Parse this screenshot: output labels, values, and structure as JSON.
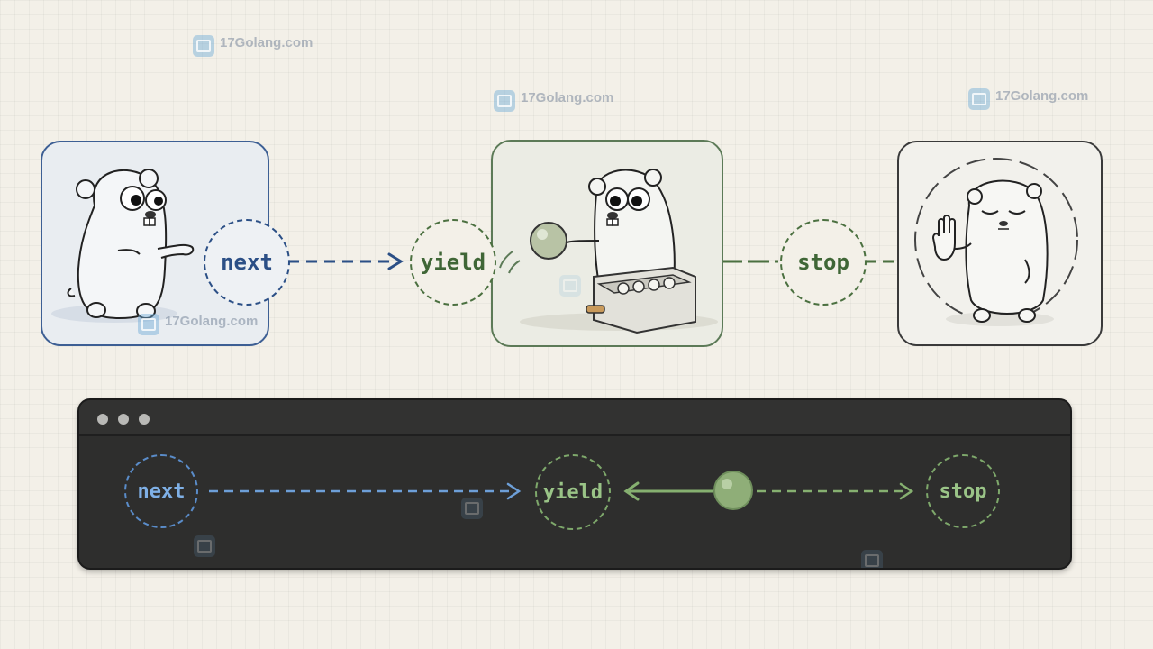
{
  "flow": {
    "next_label": "next",
    "yield_label": "yield",
    "stop_label": "stop"
  },
  "terminal": {
    "next_label": "next",
    "yield_label": "yield",
    "stop_label": "stop"
  },
  "watermark": {
    "text": "17Golang.com"
  },
  "colors": {
    "next_blue": "#2b4f86",
    "yield_green": "#3f6636",
    "terminal_bg": "#2e2e2d",
    "terminal_next": "#7fb0e6",
    "terminal_green": "#9ac487",
    "background": "#f3f0e8"
  },
  "icons": {
    "gopher_next": "gopher-pointing-icon",
    "gopher_yield": "gopher-ball-machine-icon",
    "gopher_stop": "gopher-stop-hand-icon",
    "ball": "ball-icon"
  }
}
